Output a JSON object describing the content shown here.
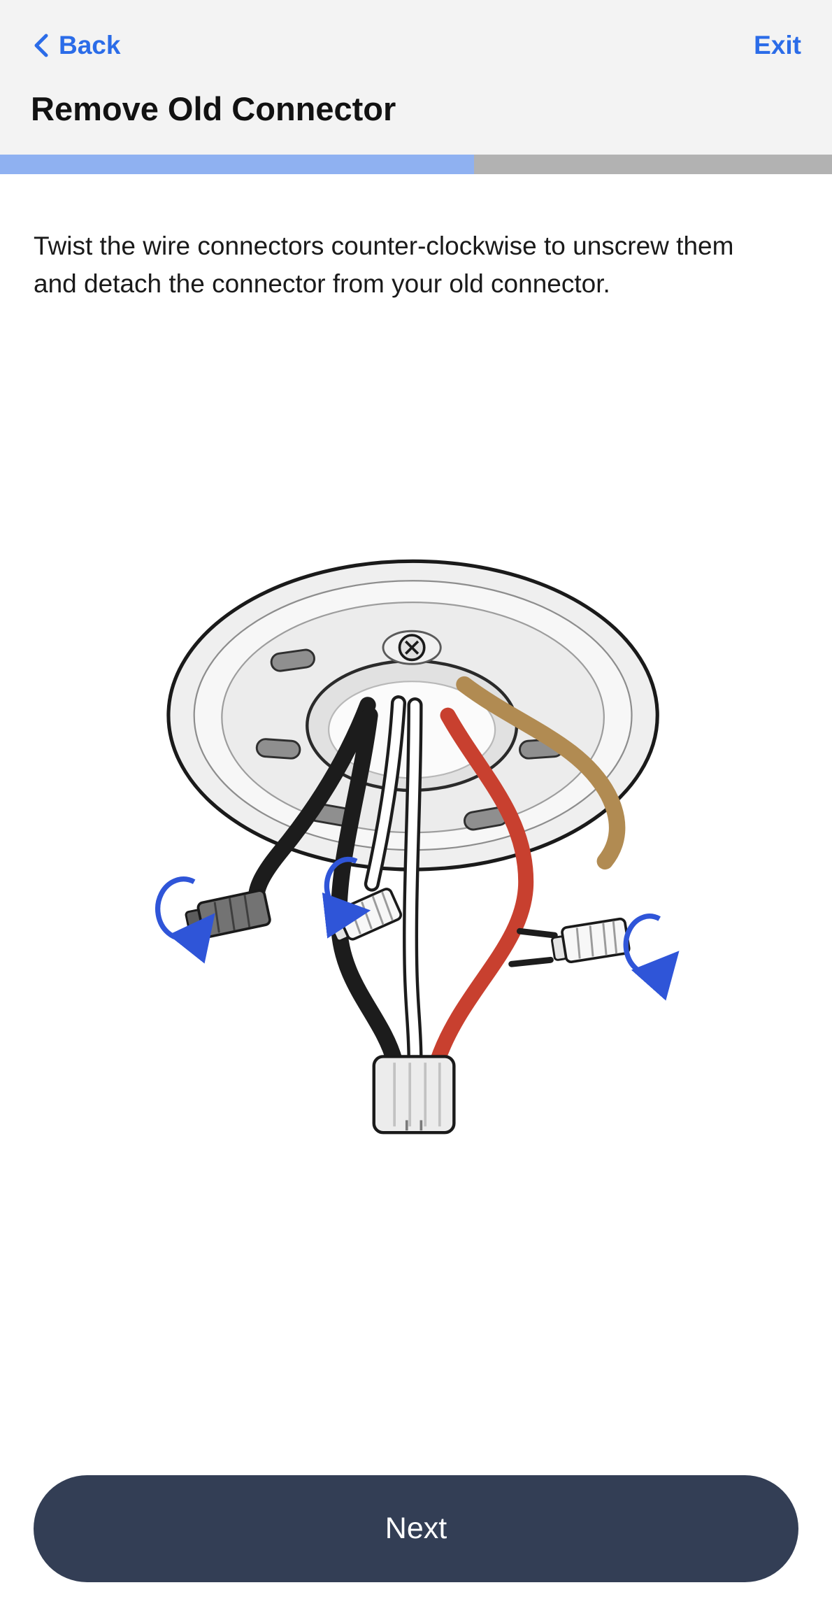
{
  "header": {
    "back_label": "Back",
    "exit_label": "Exit",
    "title": "Remove Old Connector"
  },
  "progress": {
    "percent": 57
  },
  "body": {
    "instruction": "Twist the wire connectors counter-clockwise to unscrew them and detach the connector from your old connector."
  },
  "footer": {
    "next_label": "Next"
  },
  "colors": {
    "link": "#2b6ce8",
    "header_bg": "#f3f3f3",
    "progress_fill": "#8fb1f1",
    "progress_track": "#b2b2b2",
    "button_bg": "#333e55",
    "button_text": "#ffffff",
    "wire_black": "#1c1c1c",
    "wire_white": "#ffffff",
    "wire_red": "#c8402f",
    "wire_tan": "#b18b52",
    "arrow_blue": "#2f55d8",
    "plate_fill": "#efefef"
  }
}
